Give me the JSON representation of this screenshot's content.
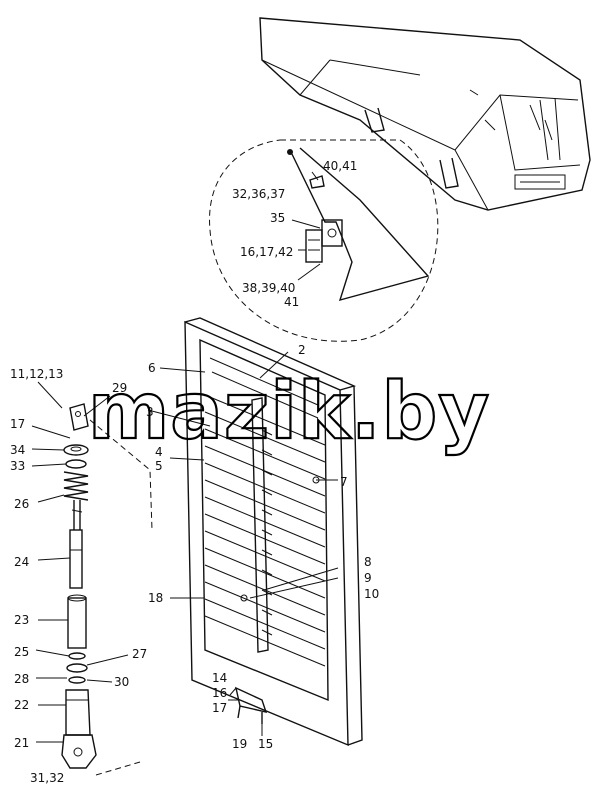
{
  "watermark": "mazik.by",
  "labels": {
    "l_40_41": "40,41",
    "l_32_36_37": "32,36,37",
    "l_35": "35",
    "l_16_17_42": "16,17,42",
    "l_38_39_40": "38,39,40",
    "l_41": "41",
    "l_2": "2",
    "l_6": "6",
    "l_11_12_13": "11,12,13",
    "l_29": "29",
    "l_3": "3",
    "l_17a": "17",
    "l_34": "34",
    "l_33": "33",
    "l_4": "4",
    "l_5": "5",
    "l_7": "7",
    "l_26": "26",
    "l_24": "24",
    "l_8": "8",
    "l_9": "9",
    "l_10": "10",
    "l_18": "18",
    "l_23": "23",
    "l_25": "25",
    "l_27": "27",
    "l_28": "28",
    "l_30": "30",
    "l_14": "14",
    "l_16": "16",
    "l_17b": "17",
    "l_22": "22",
    "l_21": "21",
    "l_19": "19",
    "l_15": "15",
    "l_31_32": "31,32"
  }
}
